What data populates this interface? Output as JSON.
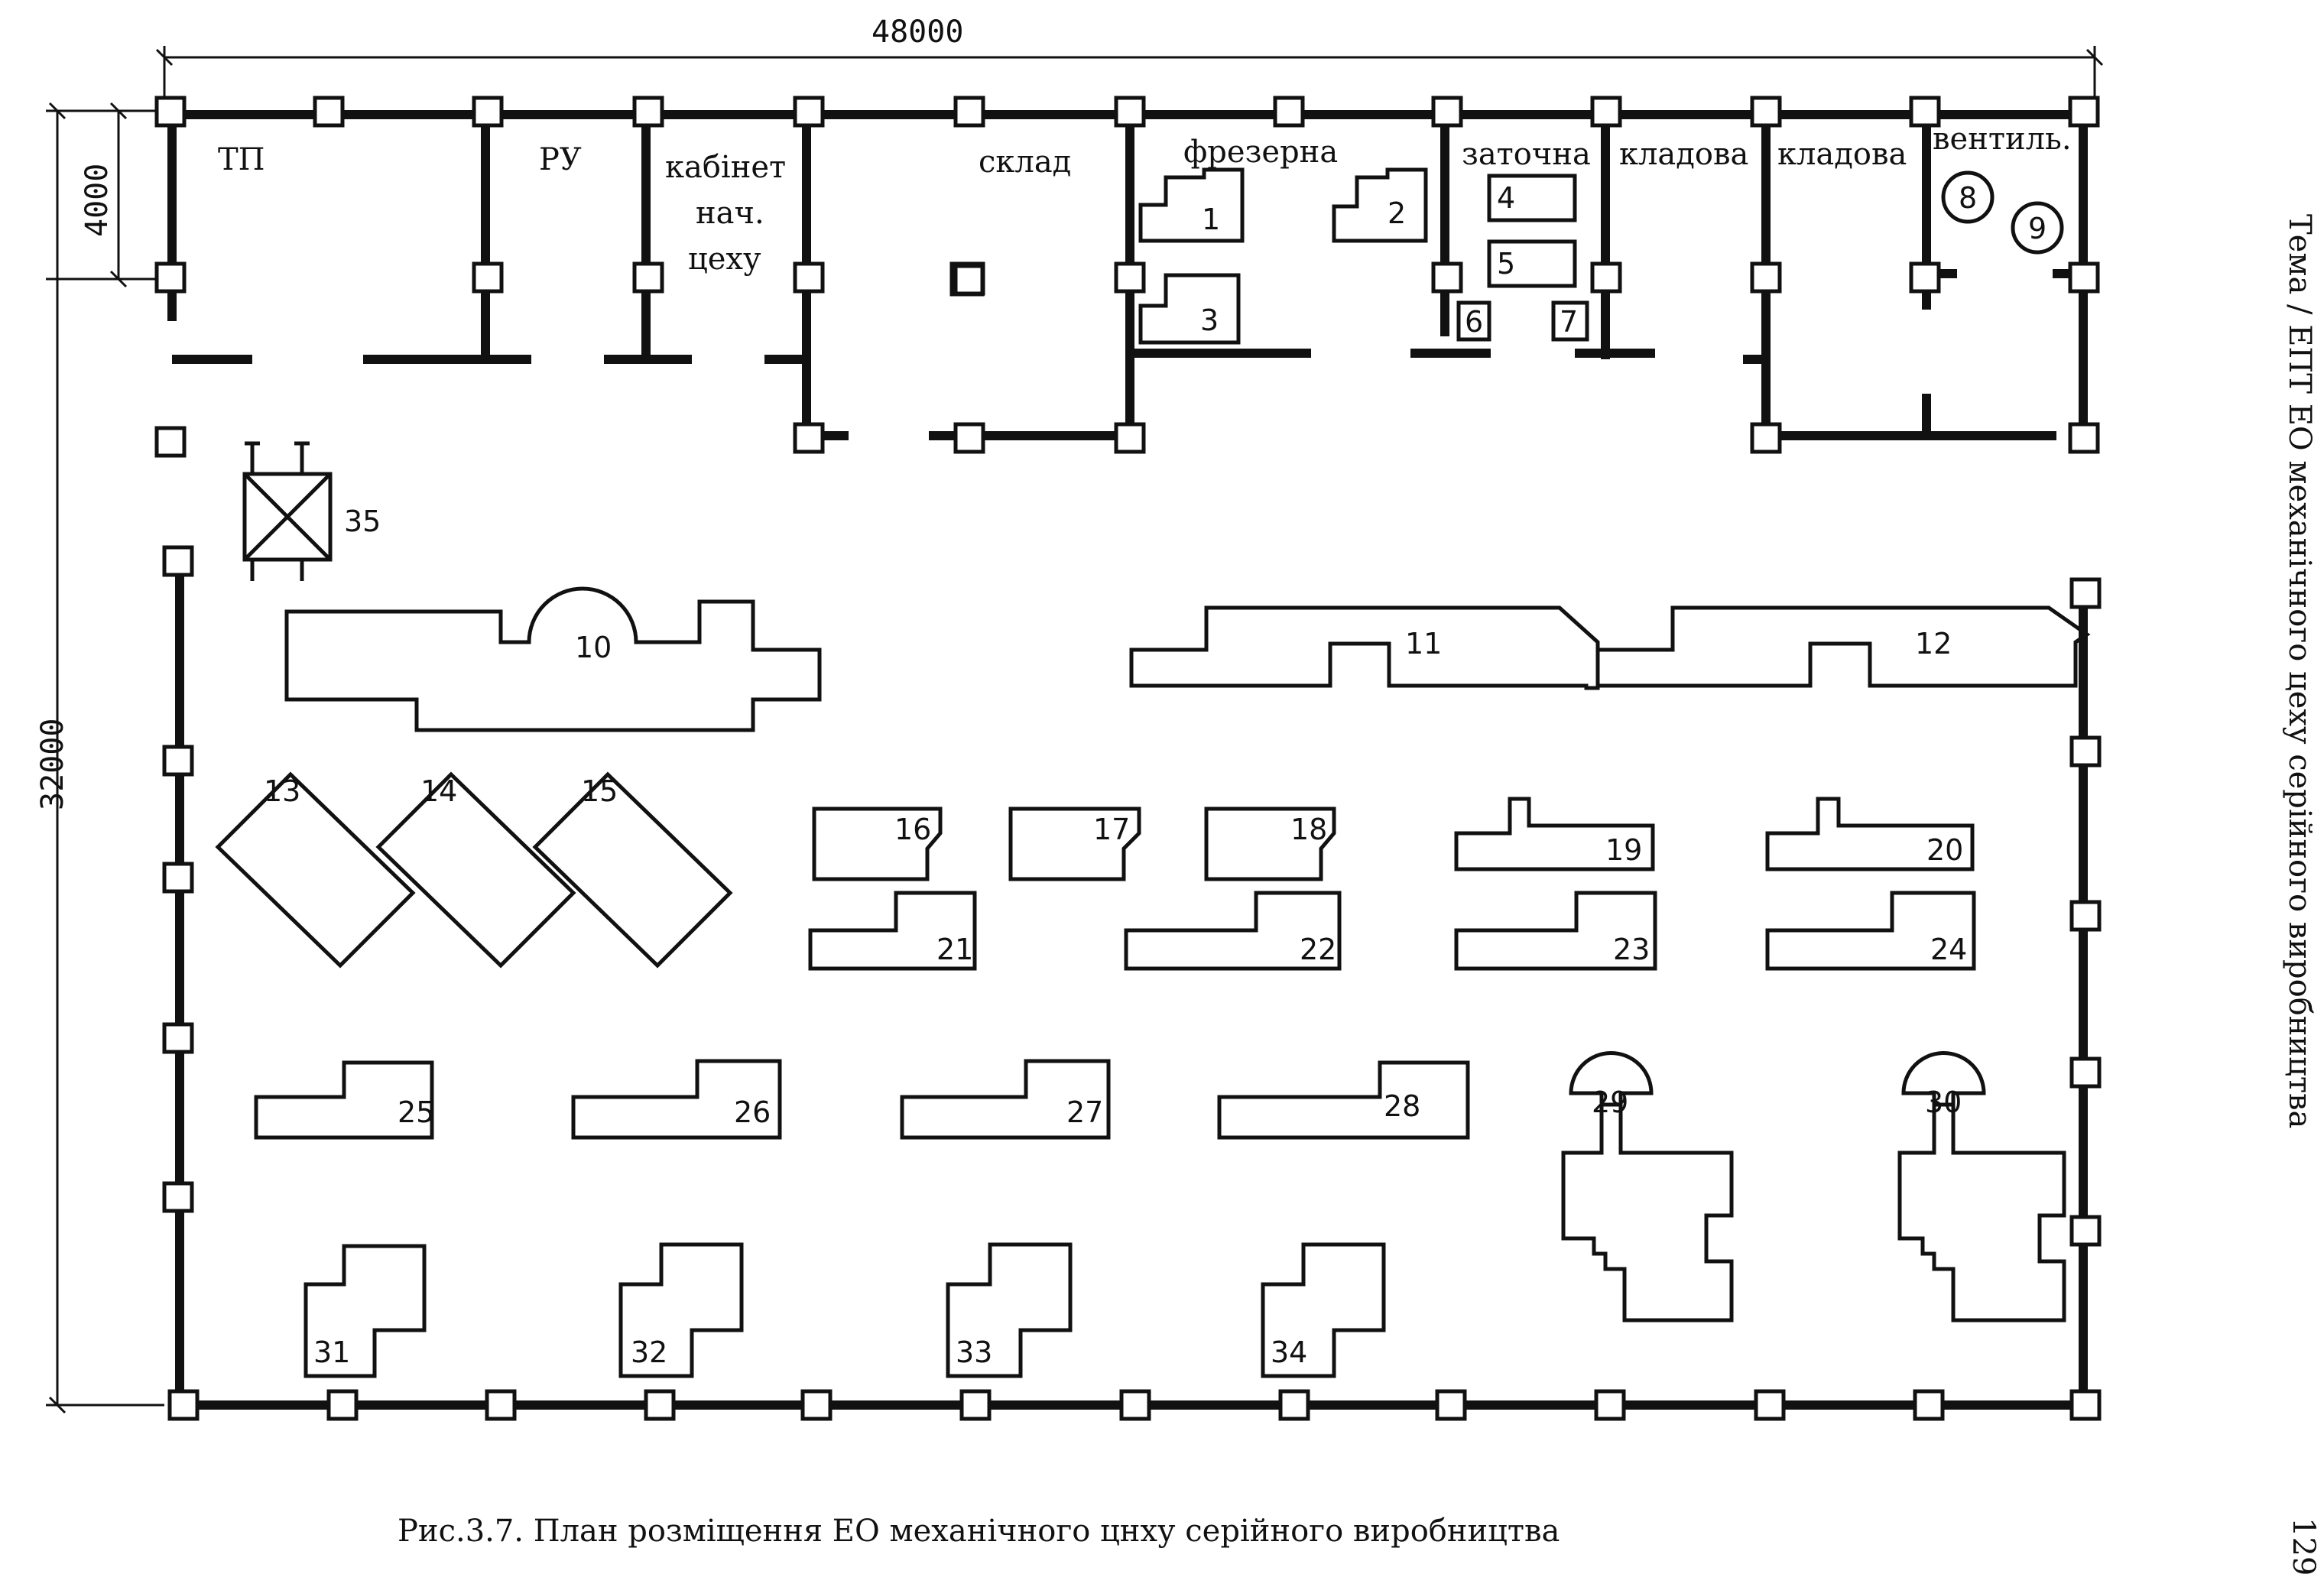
{
  "dimensions": {
    "width": "48000",
    "height": "32000",
    "bay": "4000"
  },
  "rooms": {
    "tp": "ТП",
    "ru": "РУ",
    "office_line1": "кабінет",
    "office_line2": "нач.",
    "office_line3": "цеху",
    "warehouse": "склад",
    "milling": "фрезерна",
    "sharpening": "заточна",
    "storeroom1": "кладова",
    "storeroom2": "кладова",
    "ventilation": "вентиль."
  },
  "equipment_numbers": [
    "1",
    "2",
    "3",
    "4",
    "5",
    "6",
    "7",
    "8",
    "9",
    "10",
    "11",
    "12",
    "13",
    "14",
    "15",
    "16",
    "17",
    "18",
    "19",
    "20",
    "21",
    "22",
    "23",
    "24",
    "25",
    "26",
    "27",
    "28",
    "29",
    "30",
    "31",
    "32",
    "33",
    "34",
    "35"
  ],
  "caption": "Рис.3.7. План розміщення ЕО механічного цнху серійного виробництва",
  "side_header": "Тема / ЕПТ ЕО  механічного цеху серійного виробництва",
  "page_number": "129"
}
